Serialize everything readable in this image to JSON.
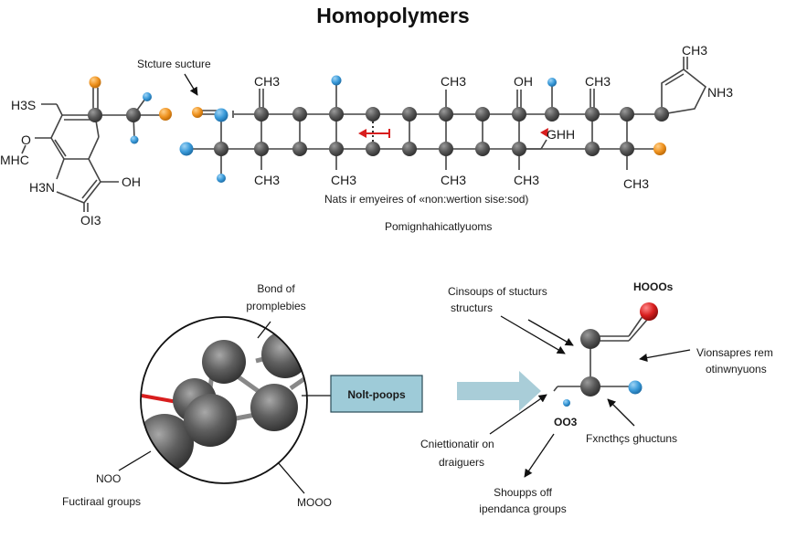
{
  "title": "Homopolymers",
  "colors": {
    "atom_gray": "#5a5a5a",
    "atom_blue": "#3a9ad9",
    "atom_orange": "#ef9320",
    "atom_red": "#d81e1e",
    "bond": "#444444",
    "box_fill": "#9ecbd8",
    "arrow_fill": "#a9cdd8",
    "accent_red": "#d81e1e"
  },
  "top_left_molecule": {
    "labels": {
      "h3s": "H3S",
      "o": "O",
      "mhc": "MHC",
      "h3n": "H3N",
      "oh": "OH",
      "oi3": "OI3"
    }
  },
  "top_chain": {
    "structure_label": "Stcture sucture",
    "labels": {
      "ch3_a": "CH3",
      "ch3_b": "CH3",
      "ch3_c": "CH3",
      "ch3_d": "CH3",
      "ch3_e": "CH3",
      "ch3_f": "CH3",
      "ch3_g": "CH3",
      "ch3_h": "CH3",
      "ch3_i": "CH3",
      "oh": "OH",
      "ghh": "GHH",
      "nh3": "NH3"
    },
    "caption_line1": "Nats ir emyeires of «non:wertion sise:sod)",
    "caption_line2": "Pomignhahicatlyuoms"
  },
  "bottom_left": {
    "bond_label_line1": "Bond of",
    "bond_label_line2": "promplebies",
    "box_label": "Nolt-poops",
    "noo_label": "NOO",
    "functional_label": "Fuctiraal groups",
    "mooo_label": "MOOO"
  },
  "bottom_right": {
    "cinsoups_line1": "Cinsoups of stucturs",
    "cinsoups_line2": "structurs",
    "hooos_label": "HOOOs",
    "vionsapres_line1": "Vionsapres rem",
    "vionsapres_line2": "otinwnyuons",
    "oo3_label": "OO3",
    "cniettion_line1": "Cniettionatir on",
    "cniettion_line2": "draiguers",
    "fxncthcs_label": "Fxncthçs ghuctuns",
    "shoupps_line1": "Shoupps off",
    "shoupps_line2": "ipendanca groups"
  }
}
